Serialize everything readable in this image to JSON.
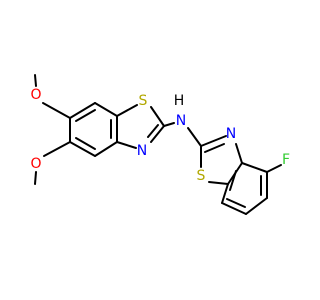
{
  "molecule": {
    "atoms": {
      "o_top": "O",
      "o_bottom": "O",
      "s_left": "S",
      "n_left": "N",
      "nh_n": "N",
      "nh_h": "H",
      "n_right": "N",
      "s_right": "S",
      "f": "F"
    },
    "colors": {
      "bond": "#000000",
      "carbon_label": "#000000",
      "oxygen": "#ff0000",
      "sulfur": "#b2a800",
      "nitrogen": "#0000ff",
      "fluorine": "#33cc33"
    }
  }
}
